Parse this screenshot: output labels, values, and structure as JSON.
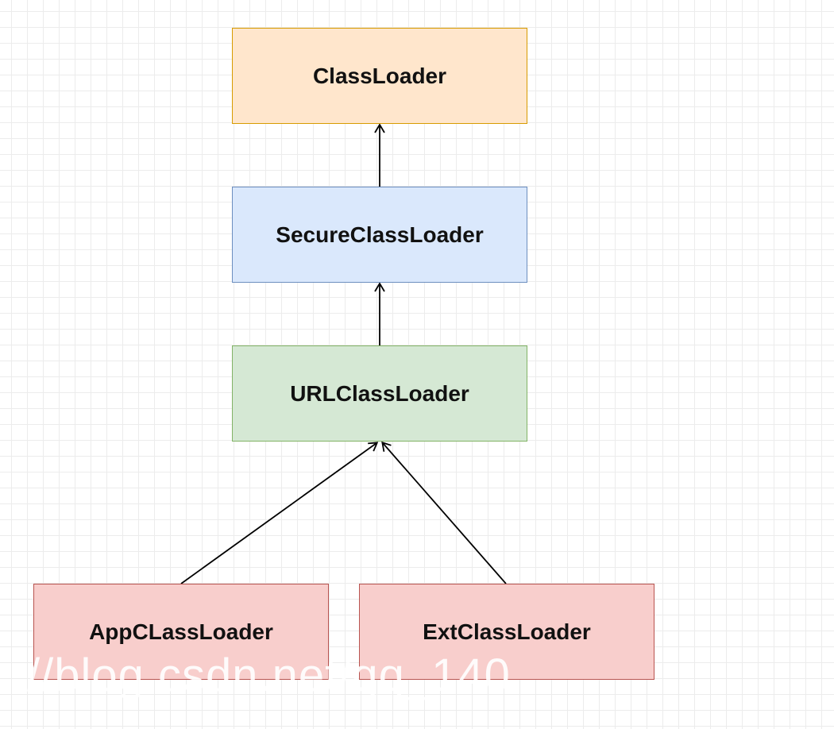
{
  "nodes": {
    "classloader": {
      "label": "ClassLoader",
      "fill": "#ffe6cc",
      "stroke": "#d79b00"
    },
    "secure": {
      "label": "SecureClassLoader",
      "fill": "#dae8fc",
      "stroke": "#6c8ebf"
    },
    "url": {
      "label": "URLClassLoader",
      "fill": "#d5e8d4",
      "stroke": "#82b366"
    },
    "app": {
      "label": "AppCLassLoader",
      "fill": "#f8cecc",
      "stroke": "#b85450"
    },
    "ext": {
      "label": "ExtClassLoader",
      "fill": "#f8cecc",
      "stroke": "#b85450"
    }
  },
  "edges": [
    {
      "from": "secure",
      "to": "classloader",
      "arrow": "open"
    },
    {
      "from": "url",
      "to": "secure",
      "arrow": "open"
    },
    {
      "from": "app",
      "to": "url",
      "arrow": "open"
    },
    {
      "from": "ext",
      "to": "url",
      "arrow": "open"
    }
  ],
  "watermark": {
    "text": "//blog.csdn.net/qq_140"
  },
  "colors": {
    "grid": "#ececec",
    "edge": "#000000",
    "background": "#ffffff"
  }
}
